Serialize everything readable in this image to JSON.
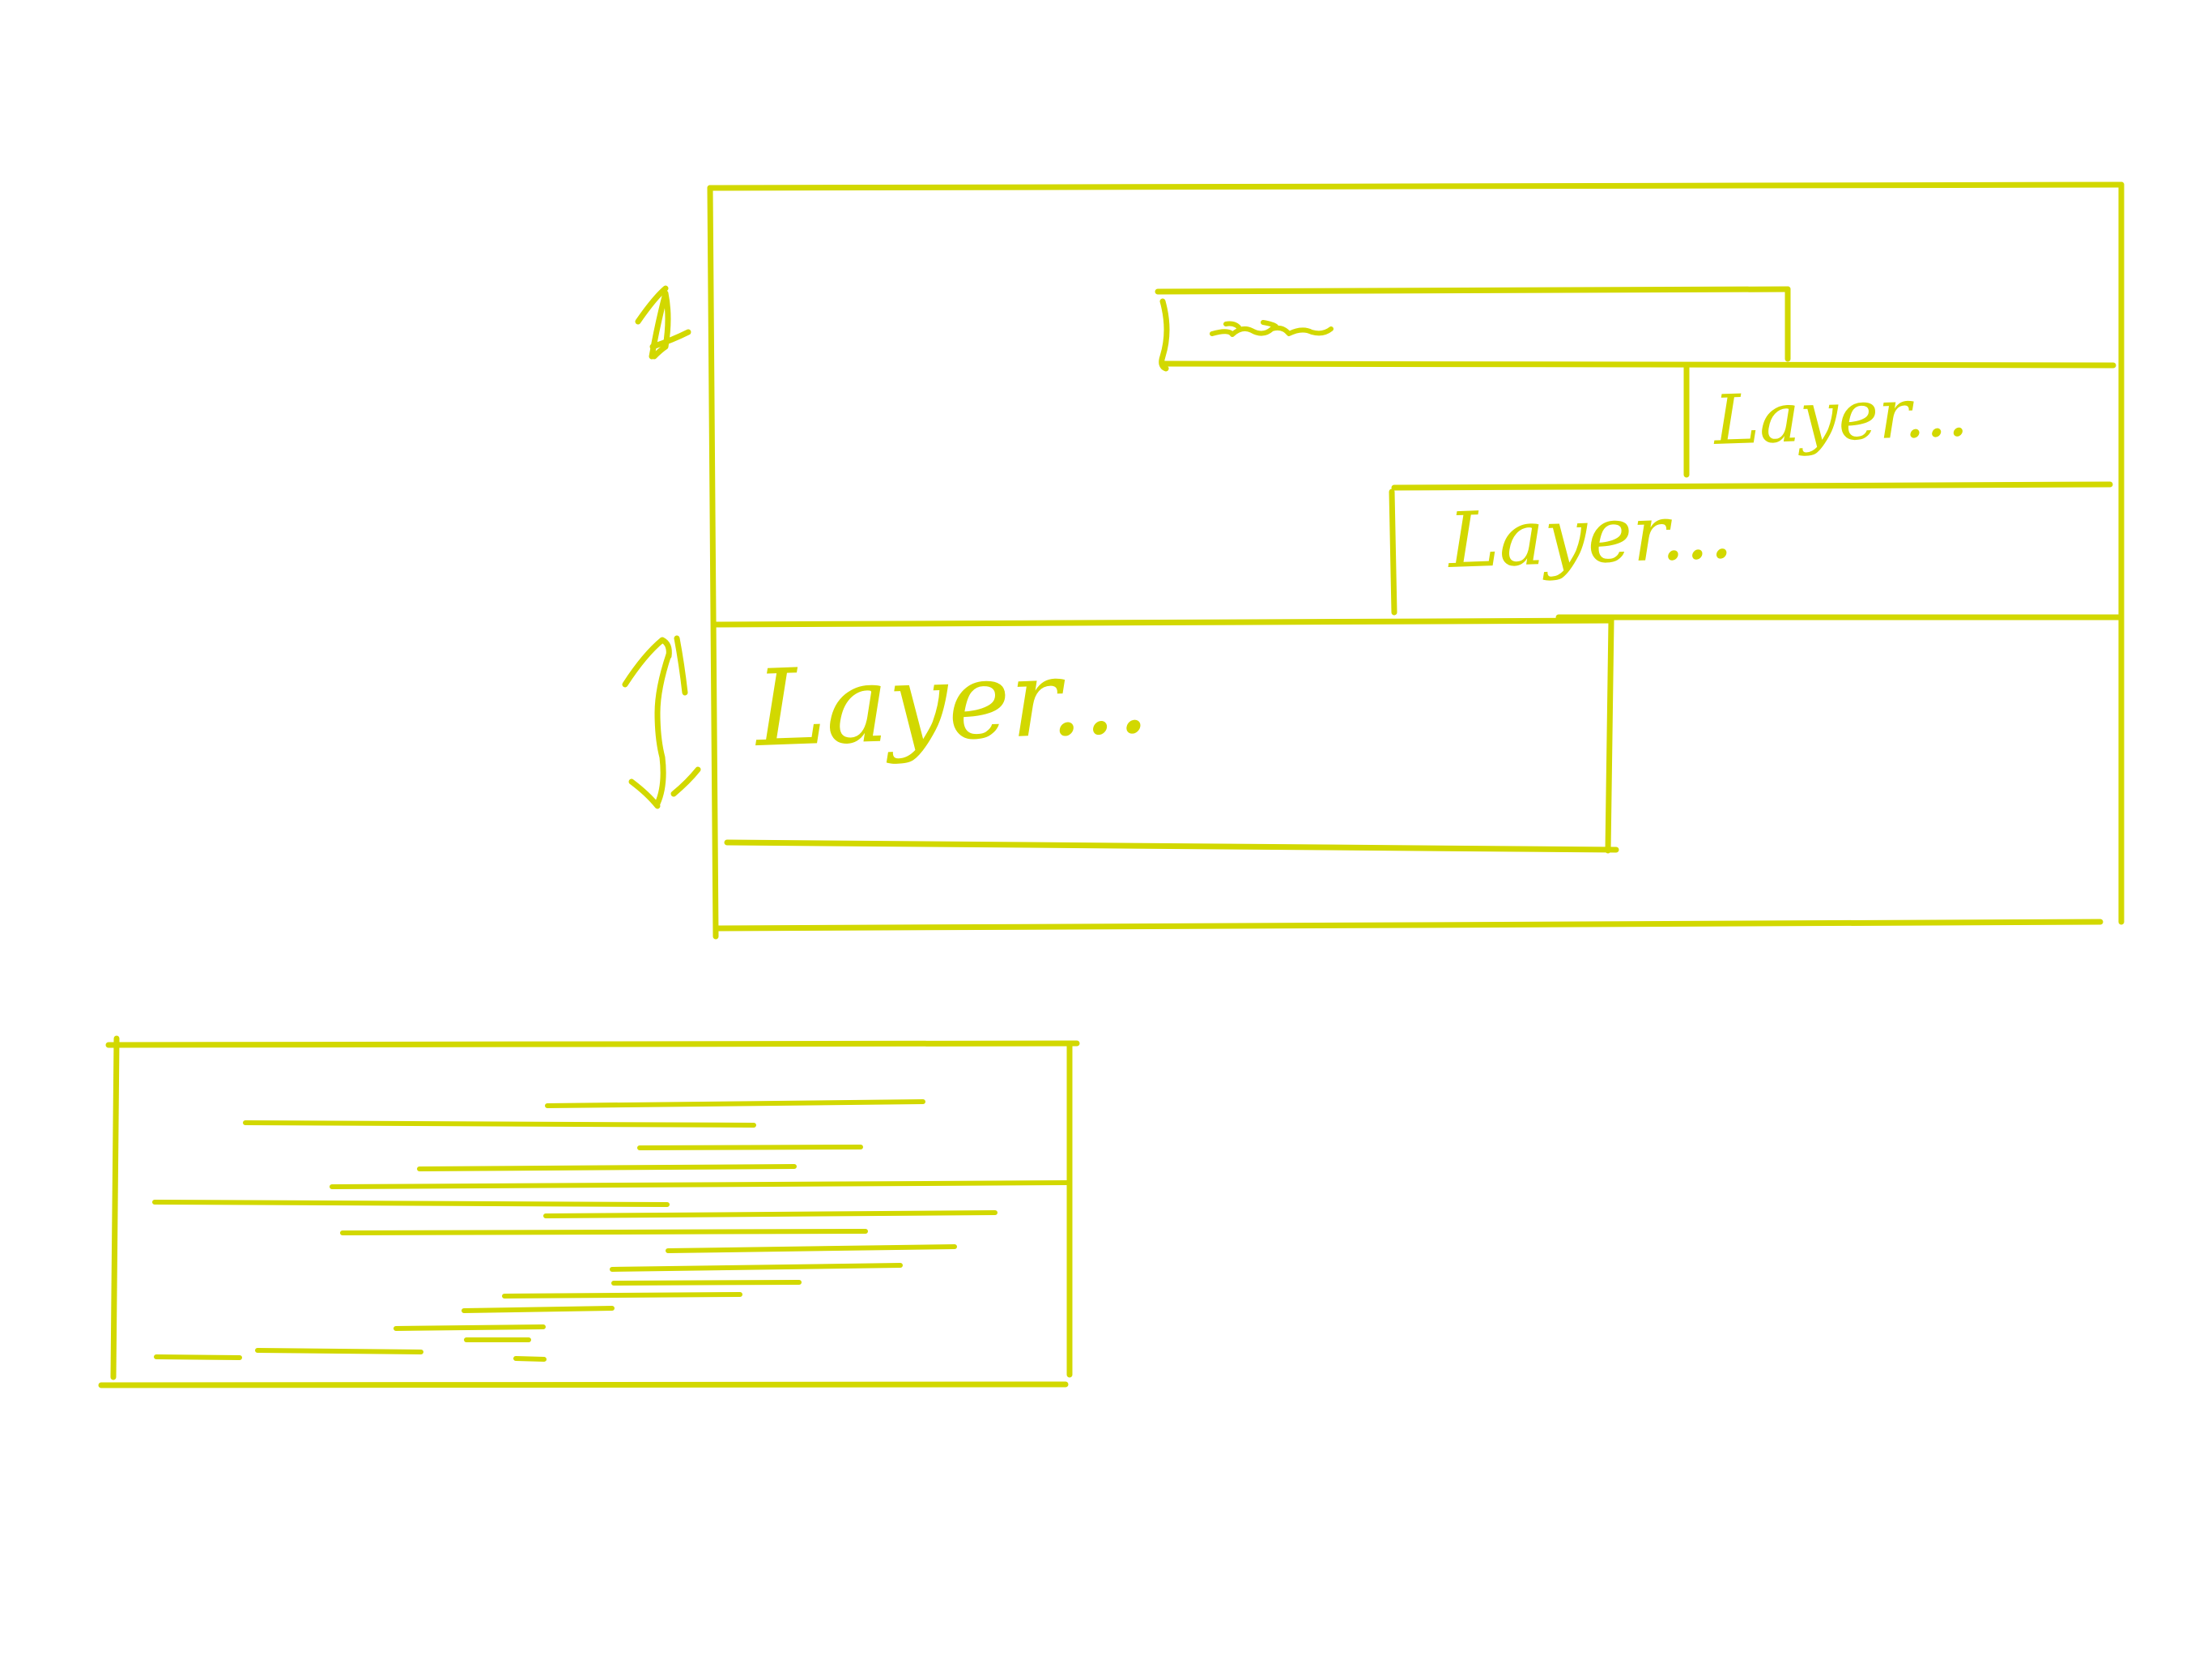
{
  "colors": {
    "ink": "#d2d800",
    "background": "#ffffff"
  },
  "sketch": {
    "layer_label_1": "Layer...",
    "layer_label_2": "Layer...",
    "layer_label_3": "Layer...",
    "top_strip_scribble": "~~~"
  },
  "icons": {
    "up_arrow": "up-arrow-icon",
    "double_arrow": "double-arrow-icon"
  }
}
